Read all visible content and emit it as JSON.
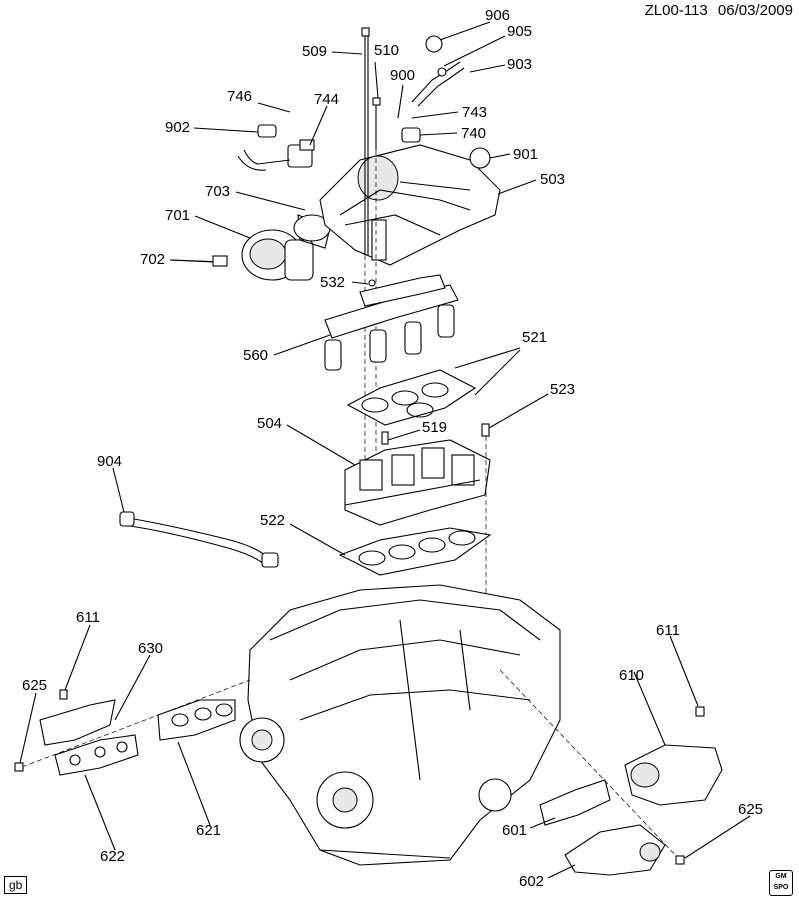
{
  "header": {
    "code": "ZL00-113",
    "date": "06/03/2009"
  },
  "footer": {
    "gb_label": "gb",
    "gm_logo": "GM SPO"
  },
  "callouts": [
    {
      "id": "c906",
      "text": "906"
    },
    {
      "id": "c905",
      "text": "905"
    },
    {
      "id": "c903",
      "text": "903"
    },
    {
      "id": "c509",
      "text": "509"
    },
    {
      "id": "c510",
      "text": "510"
    },
    {
      "id": "c900",
      "text": "900"
    },
    {
      "id": "c746",
      "text": "746"
    },
    {
      "id": "c744",
      "text": "744"
    },
    {
      "id": "c743",
      "text": "743"
    },
    {
      "id": "c902",
      "text": "902"
    },
    {
      "id": "c740",
      "text": "740"
    },
    {
      "id": "c901",
      "text": "901"
    },
    {
      "id": "c503",
      "text": "503"
    },
    {
      "id": "c703",
      "text": "703"
    },
    {
      "id": "c701",
      "text": "701"
    },
    {
      "id": "c702",
      "text": "702"
    },
    {
      "id": "c532",
      "text": "532"
    },
    {
      "id": "c521",
      "text": "521"
    },
    {
      "id": "c560",
      "text": "560"
    },
    {
      "id": "c523",
      "text": "523"
    },
    {
      "id": "c504",
      "text": "504"
    },
    {
      "id": "c519",
      "text": "519"
    },
    {
      "id": "c904",
      "text": "904"
    },
    {
      "id": "c522",
      "text": "522"
    },
    {
      "id": "c611a",
      "text": "611"
    },
    {
      "id": "c630",
      "text": "630"
    },
    {
      "id": "c611b",
      "text": "611"
    },
    {
      "id": "c625a",
      "text": "625"
    },
    {
      "id": "c610",
      "text": "610"
    },
    {
      "id": "c621",
      "text": "621"
    },
    {
      "id": "c625b",
      "text": "625"
    },
    {
      "id": "c622",
      "text": "622"
    },
    {
      "id": "c601",
      "text": "601"
    },
    {
      "id": "c602",
      "text": "602"
    }
  ]
}
